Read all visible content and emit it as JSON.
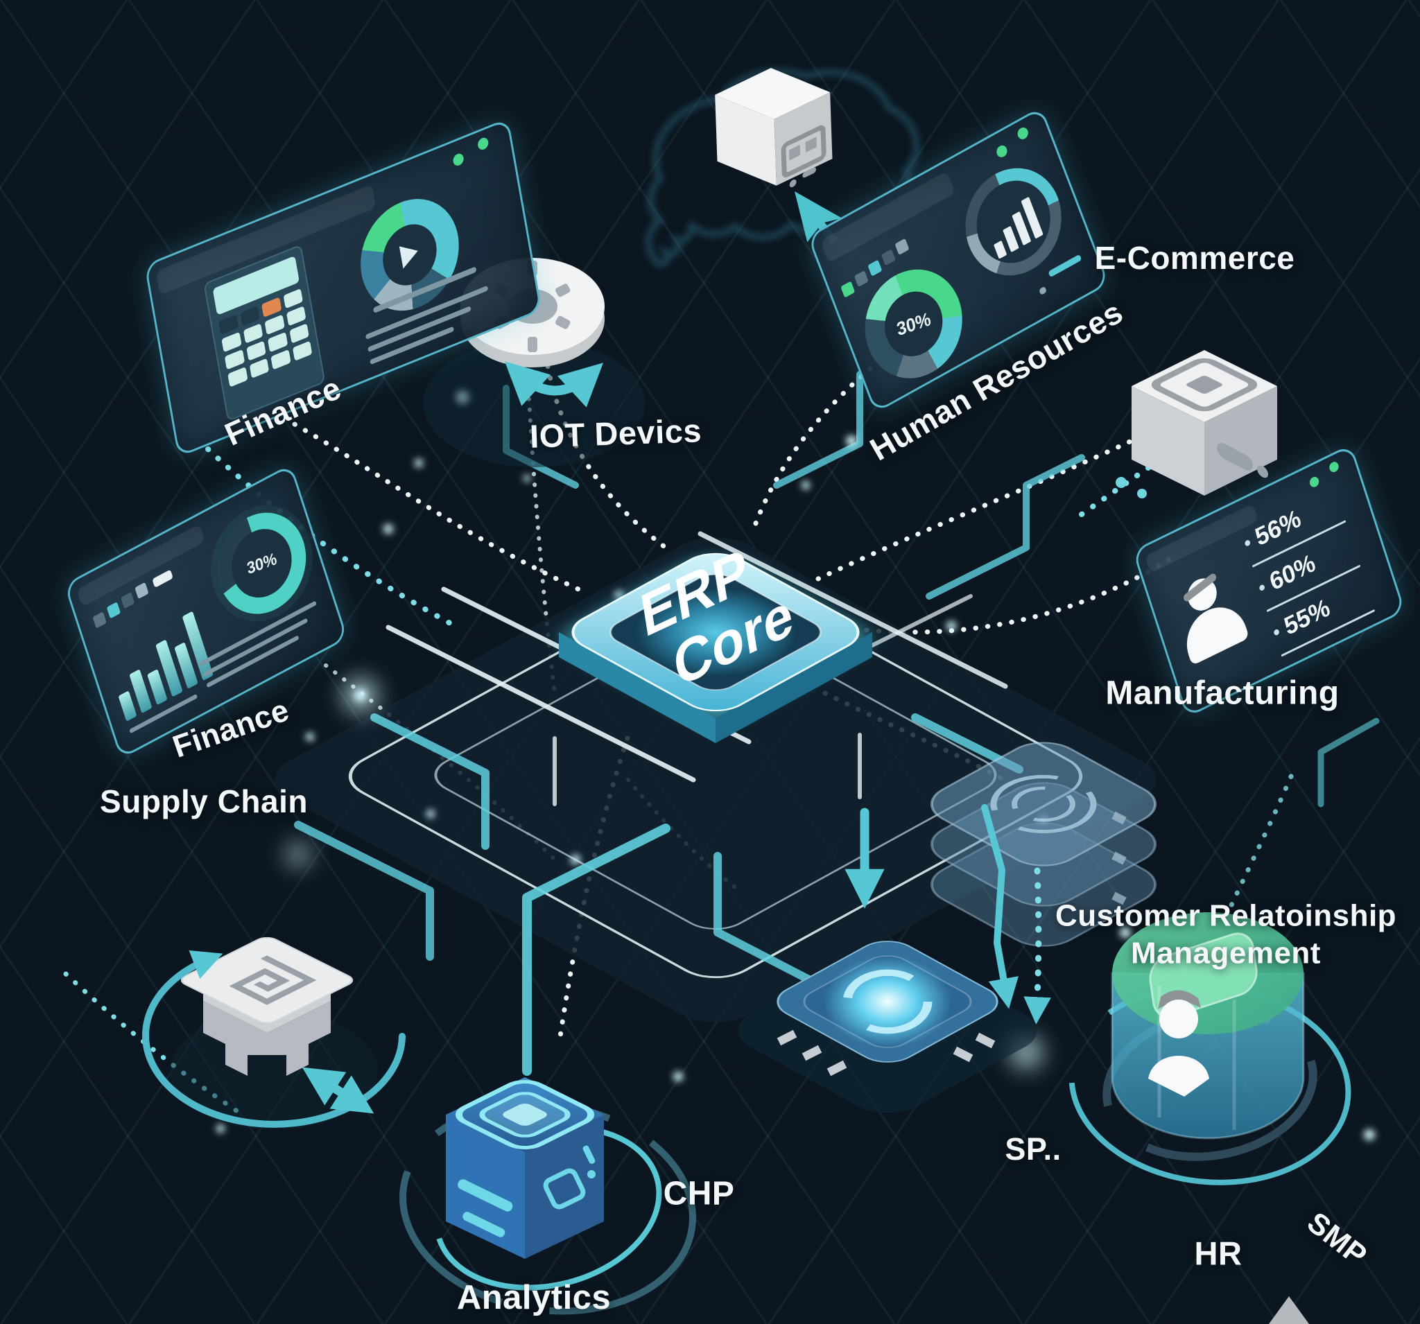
{
  "diagram": {
    "core": {
      "line1": "ERP",
      "line2": "Core"
    },
    "modules": {
      "finance_top": "Finance",
      "iot": "IOT Devics",
      "ecommerce": "E-Commerce",
      "human_resources": "Human Resources",
      "manufacturing": "Manufacturing",
      "finance_left": "Finance",
      "supply_chain": "Supply Chain",
      "crm_line1": "Customer Relatoinship",
      "crm_line2": "Management",
      "analytics": "Analytics",
      "chp": "CHP",
      "sp": "SP..",
      "hr": "HR",
      "smp": "SMP"
    },
    "hr_panel": {
      "donut_value": "30%"
    },
    "supply_panel": {
      "gauge_value": "30%"
    },
    "metrics_panel": {
      "values": [
        "56%",
        "60%",
        "55%"
      ]
    },
    "colors": {
      "background": "#0b1620",
      "accent": "#57c7d4",
      "glow": "#8fe6f2",
      "window_dot": "#49d88b",
      "panel_border": "#56b4c8",
      "label_text": "#f5f8fa"
    }
  }
}
